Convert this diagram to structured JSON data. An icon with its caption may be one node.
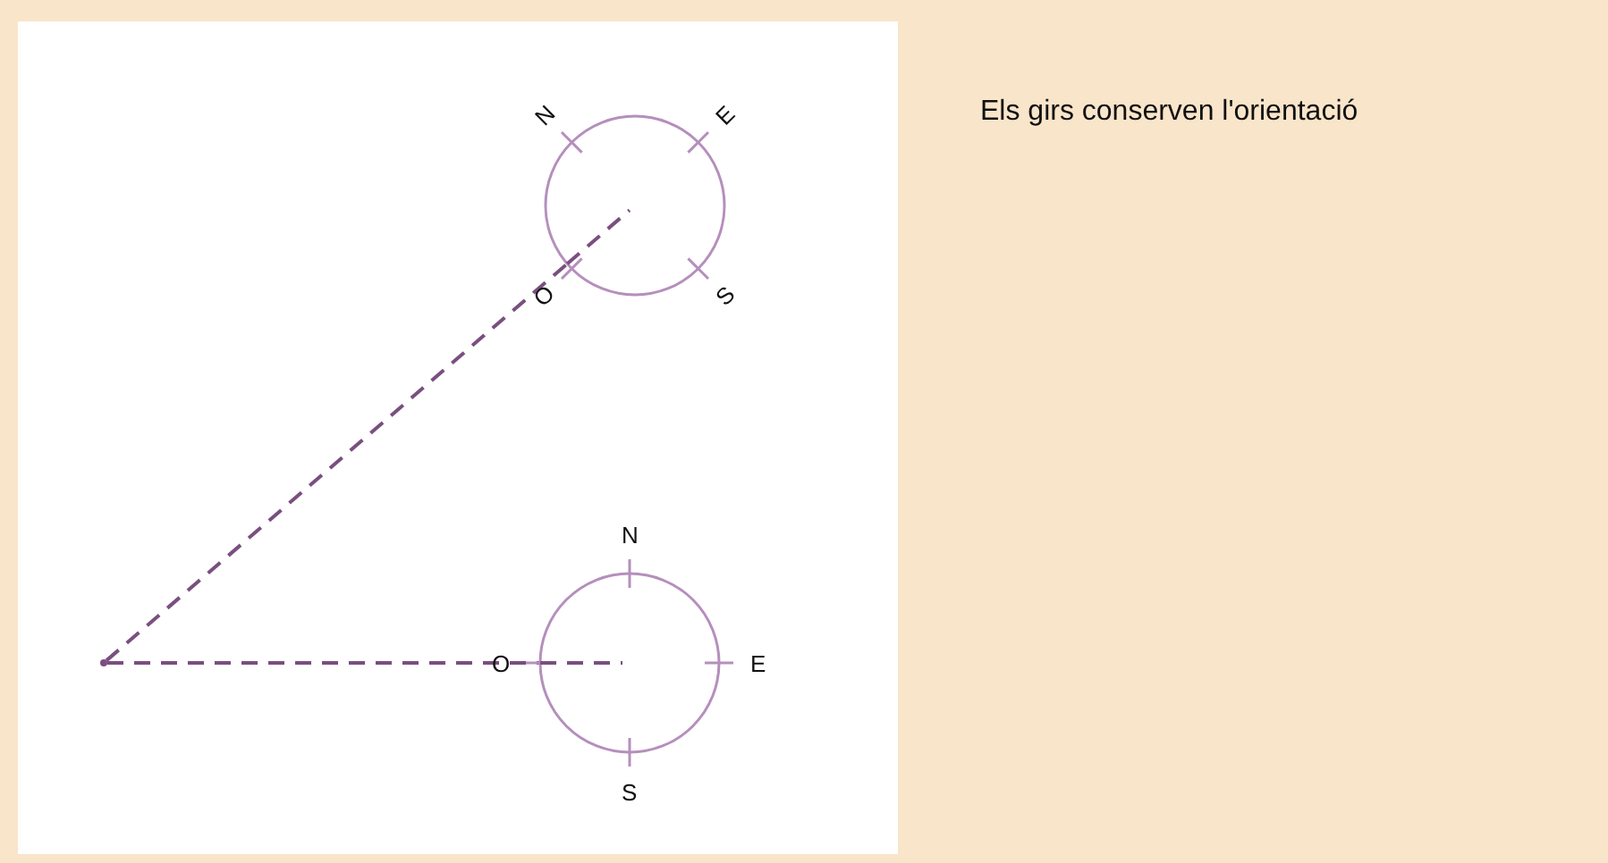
{
  "diagram": {
    "title": "Els girs conserven l'orientació",
    "nodes": [
      {
        "text": [],
        "shape": "circle",
        "beside": [
          "N",
          "E",
          "S",
          "O"
        ]
      },
      {
        "text": [],
        "shape": "point"
      },
      {
        "text": [],
        "shape": "circle",
        "beside": [
          "N",
          "E",
          "S",
          "O"
        ]
      }
    ],
    "edges": [
      {
        "from": 1,
        "to": 0,
        "arrow": "none",
        "style": "dashed"
      },
      {
        "from": 1,
        "to": 2,
        "arrow": "none",
        "style": "dashed"
      }
    ]
  }
}
